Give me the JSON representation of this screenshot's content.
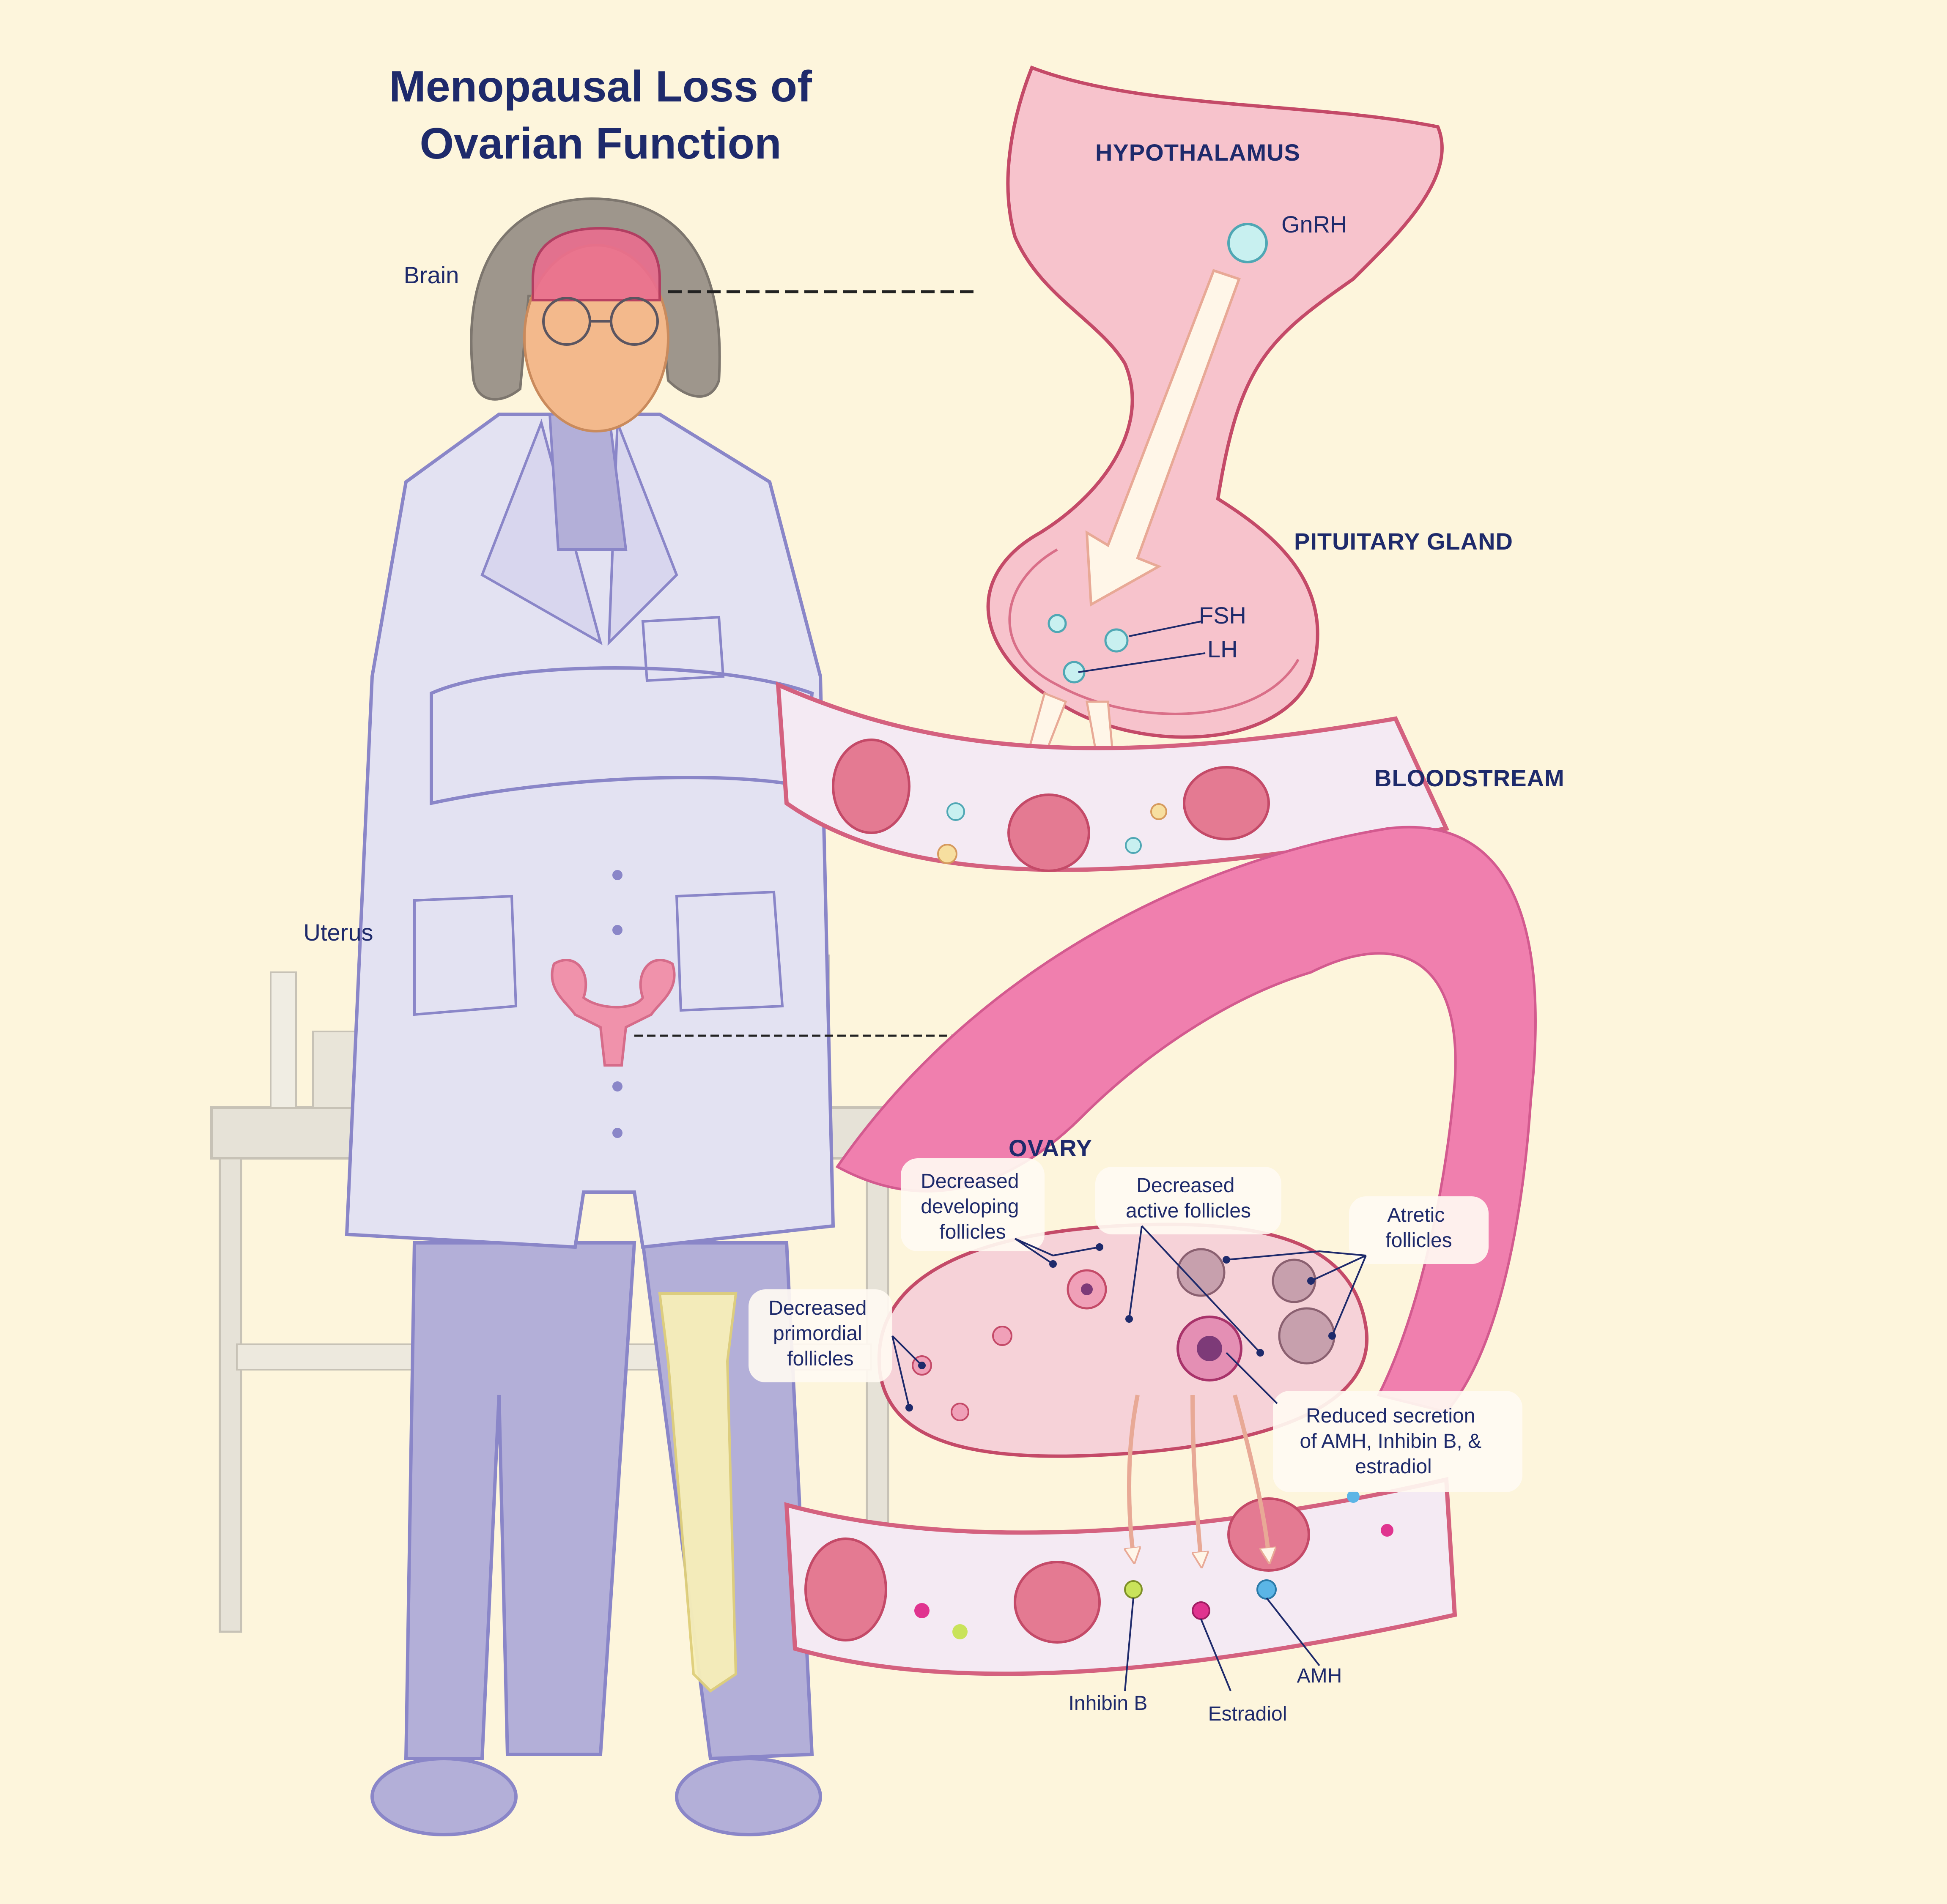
{
  "title": {
    "line1": "Menopausal Loss of",
    "line2": "Ovarian Function"
  },
  "body_labels": {
    "brain": "Brain",
    "uterus": "Uterus"
  },
  "headings": {
    "hypothalamus": "HYPOTHALAMUS",
    "pituitary": "PITUITARY GLAND",
    "bloodstream": "BLOODSTREAM",
    "ovary": "OVARY"
  },
  "hormones": {
    "gnrh": "GnRH",
    "fsh": "FSH",
    "lh": "LH",
    "inhibin_b": "Inhibin B",
    "estradiol": "Estradiol",
    "amh": "AMH"
  },
  "callouts": {
    "developing": [
      "Decreased",
      "developing",
      "follicles"
    ],
    "active": [
      "Decreased",
      "active follicles"
    ],
    "atretic": [
      "Atretic",
      "follicles"
    ],
    "primordial": [
      "Decreased",
      "primordial",
      "follicles"
    ],
    "secretion": [
      "Reduced secretion",
      "of AMH, Inhibin B, &",
      "estradiol"
    ]
  },
  "colors": {
    "background": "#fdf5dc",
    "text": "#1e2a6b",
    "tissue_pink": "#f7c3cc",
    "tissue_outline": "#c44a68",
    "tube_pink": "#f07fae",
    "coat": "#e3e2f2",
    "coat_outline": "#8a86c8",
    "pants": "#b3afd8",
    "skin": "#f3b98c",
    "hair": "#9e968c",
    "inhibin_b_dot": "#c9e35a",
    "estradiol_dot": "#e0348f",
    "amh_dot": "#5bb5e6",
    "gnrh_dot": "#c8f0f0"
  }
}
